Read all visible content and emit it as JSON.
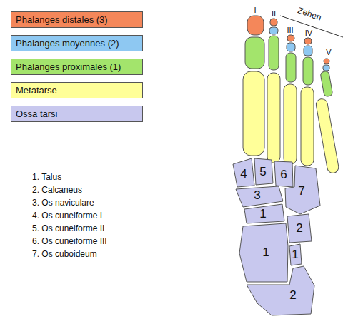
{
  "diagram": {
    "labels": [
      "1. Talus",
      "2. Calcaneus",
      "3. Os naviculare",
      "4. Os cuneiforme I",
      "5. Os cuneiforme II",
      "6. Os cuneiforme III",
      "7. Os cuboideum",
      "Zehen",
      "I",
      "II",
      "III",
      "IV",
      "V",
      "4",
      "5",
      "6",
      "3",
      "7",
      "1",
      "2",
      "1",
      "1",
      "2"
    ],
    "legend": [
      {
        "text": "Phalanges distales (3)",
        "color": "#f4875a"
      },
      {
        "text": "Phalanges moyennes (2)",
        "color": "#8ec8f2"
      },
      {
        "text": "Phalanges proximales (1)",
        "color": "#a3e46c"
      },
      {
        "text": "Metatarse",
        "color": "#ffff99"
      },
      {
        "text": "Ossa tarsi",
        "color": "#c8c8ee"
      }
    ]
  }
}
